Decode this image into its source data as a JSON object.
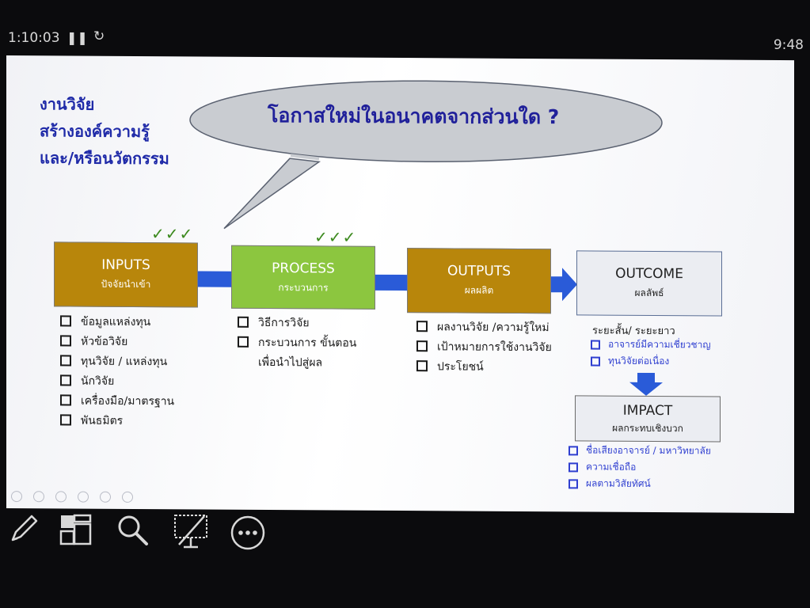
{
  "presenter": {
    "elapsed_time": "1:10:03",
    "pause_glyph": "❚❚",
    "restart_glyph": "↻",
    "clock": "9:48"
  },
  "slide": {
    "research_title": [
      "งานวิจัย",
      "สร้างองค์ความรู้",
      "และ/หรือนวัตกรรม"
    ],
    "question": "โอกาสใหม่ในอนาคตจากส่วนใด ?",
    "checkmarks": "✓✓✓",
    "boxes": {
      "inputs": {
        "title": "INPUTS",
        "subtitle": "ปัจจัยนำเข้า"
      },
      "process": {
        "title": "PROCESS",
        "subtitle": "กระบวนการ"
      },
      "outputs": {
        "title": "OUTPUTS",
        "subtitle": "ผลผลิต"
      },
      "outcome": {
        "title": "OUTCOME",
        "subtitle": "ผลลัพธ์"
      },
      "impact": {
        "title": "IMPACT",
        "subtitle": "ผลกระทบเชิงบวก"
      }
    },
    "inputs_list": [
      "ข้อมูลแหล่งทุน",
      "หัวข้อวิจัย",
      "ทุนวิจัย / แหล่งทุน",
      "นักวิจัย",
      "เครื่องมือ/มาตรฐาน",
      "พันธมิตร"
    ],
    "process_list": [
      "วิธีการวิจัย",
      "กระบวนการ ขั้นตอน"
    ],
    "process_list_continuation": "เพื่อนำไปสู่ผล",
    "outputs_list": [
      "ผลงานวิจัย /ความรู้ใหม่",
      "เป้าหมายการใช้งานวิจัย",
      "ประโยชน์"
    ],
    "outcome_period": "ระยะสั้น/ ระยะยาว",
    "outcome_list": [
      "อาจารย์มีความเชี่ยวชาญ",
      "ทุนวิจัยต่อเนื่อง"
    ],
    "impact_list": [
      "ชื่อเสียงอาจารย์ / มหาวิทยาลัย",
      "ความเชื่อถือ",
      "ผลตามวิสัยทัศน์"
    ]
  },
  "toolbar": {
    "icons": [
      "pen-icon",
      "slides-grid-icon",
      "magnifier-icon",
      "screen-off-icon",
      "more-options-icon"
    ]
  },
  "colors": {
    "inputs_outputs_box": "#b8860b",
    "process_box": "#8cc63f",
    "connector": "#2a5bd8",
    "title_text": "#1f2aa8",
    "checkmark": "#3d8a1f",
    "outcome_list_text": "#2f3fd0"
  }
}
